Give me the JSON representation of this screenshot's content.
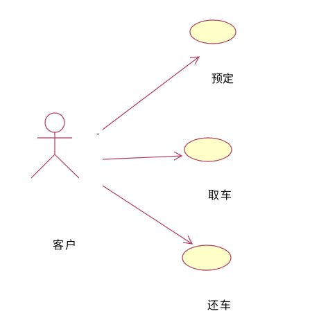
{
  "actor": {
    "name": "客户"
  },
  "use_cases": [
    {
      "name": "预定"
    },
    {
      "name": "取车"
    },
    {
      "name": "还车"
    }
  ],
  "association_mark": "-",
  "colors": {
    "line": "#b0385e",
    "ellipse_fill": "#ffffc8",
    "ellipse_stroke": "#b0385e"
  }
}
